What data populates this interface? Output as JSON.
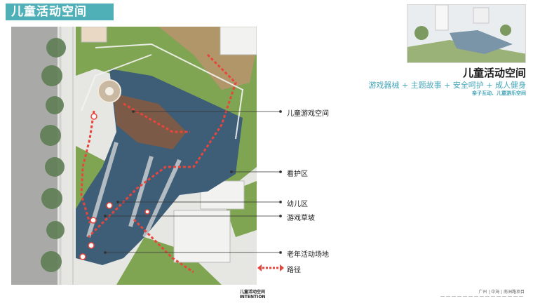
{
  "page": {
    "title": "儿童活动空间"
  },
  "info": {
    "heading": "儿童活动空间",
    "subheading": "游戏器械 + 主题故事 + 安全呵护 + 成人健身",
    "tagline": "亲子互动、儿童游乐空间"
  },
  "labels": {
    "play_space": "儿童游戏空间",
    "care_area": "看护区",
    "toddler_area": "幼儿区",
    "play_lawn": "游戏草坡",
    "senior_area": "老年活动场地",
    "path": "路径"
  },
  "footer": {
    "title_cn": "儿童活动空间",
    "title_en": "INTENTION",
    "project": "广州 | 中海 | 南洲路项目"
  },
  "colors": {
    "accent": "#4fb0b8",
    "path": "#e8453c",
    "play_surface": "#3f5f78",
    "lawn": "#7fa34f",
    "deck": "#7a5a45",
    "road": "#a8a8a8"
  }
}
